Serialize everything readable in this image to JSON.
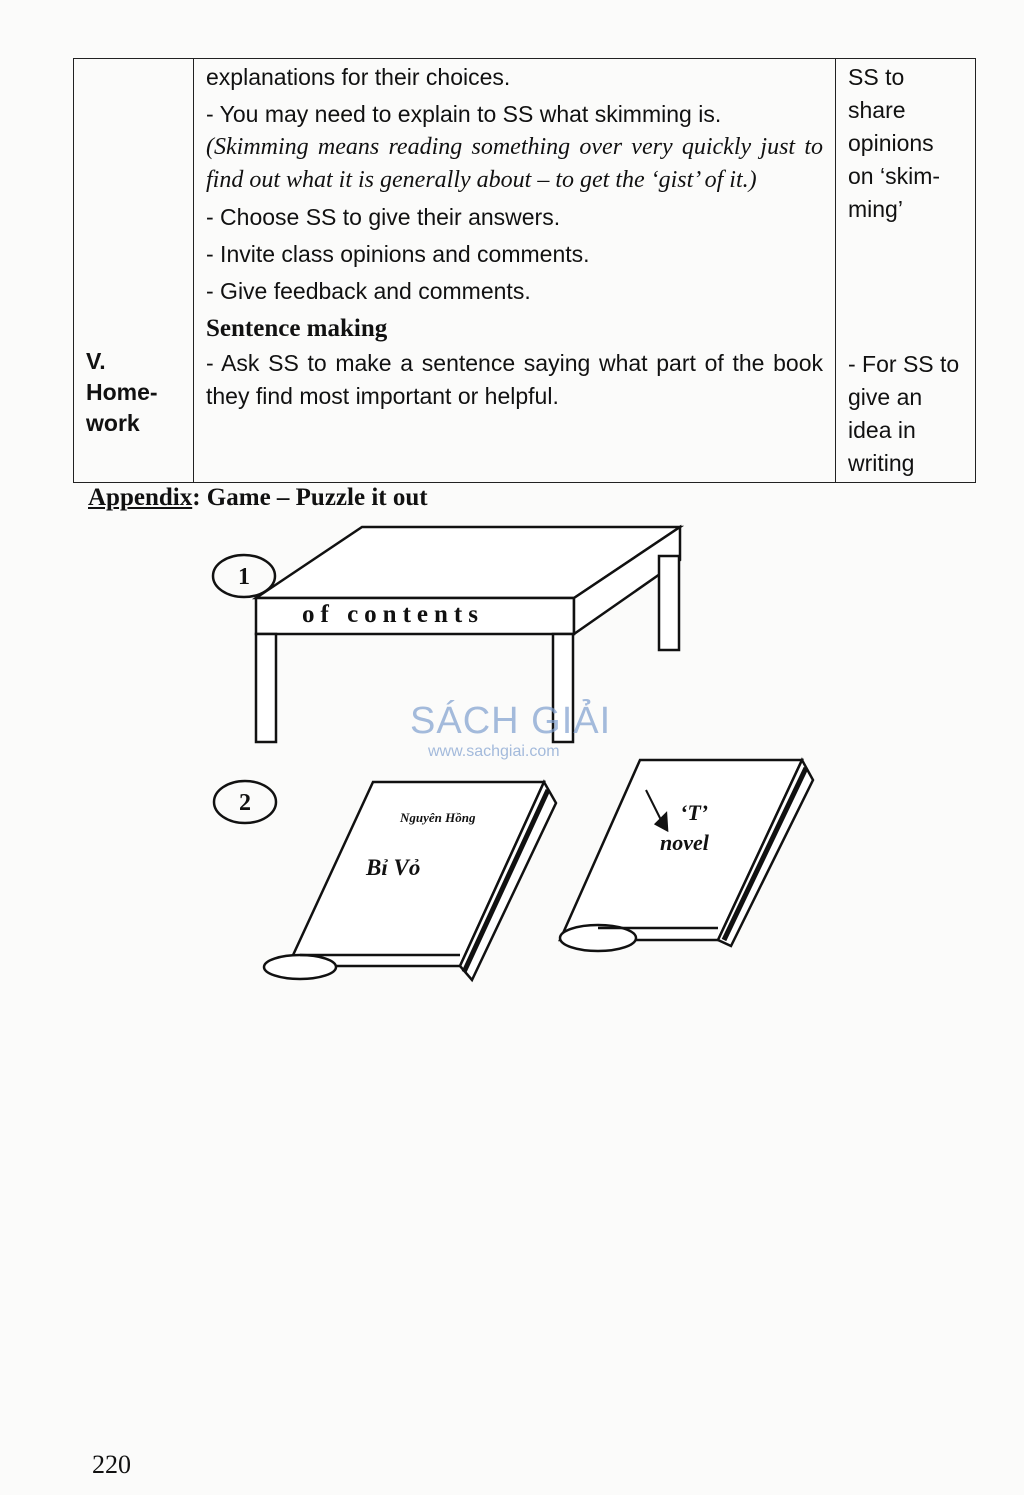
{
  "table": {
    "stage_number": "V.",
    "stage_name": "Home-work",
    "col2": {
      "line1": "explanations for their choices.",
      "line2": "- You may need to explain to SS what skimming is.",
      "italic_note": "(Skimming means reading something over very quickly just to find out what it is generally about – to get the ‘gist’ of it.)",
      "line3": "- Choose SS to give their answers.",
      "line4": "- Invite class opinions and comments.",
      "line5": "- Give feedback and comments.",
      "heading": "Sentence making",
      "line6": "- Ask SS to make a sentence saying what part of the book they find most important or helpful."
    },
    "col3": {
      "note1": "SS to share opinions on ‘skim-ming’",
      "note2": "- For SS to give an idea in writing"
    }
  },
  "appendix": {
    "label": "Appendix",
    "title": ": Game – Puzzle it out"
  },
  "puzzle": {
    "item1_number": "1",
    "item1_text": "of contents",
    "item2_number": "2",
    "book1_author": "Nguyên Hồng",
    "book1_title": "Bỉ Vỏ",
    "book2_letter": "‘T’",
    "book2_word": "novel"
  },
  "watermark": {
    "name": "SÁCH GIẢI",
    "url": "www.sachgiai.com"
  },
  "page_number": "220"
}
